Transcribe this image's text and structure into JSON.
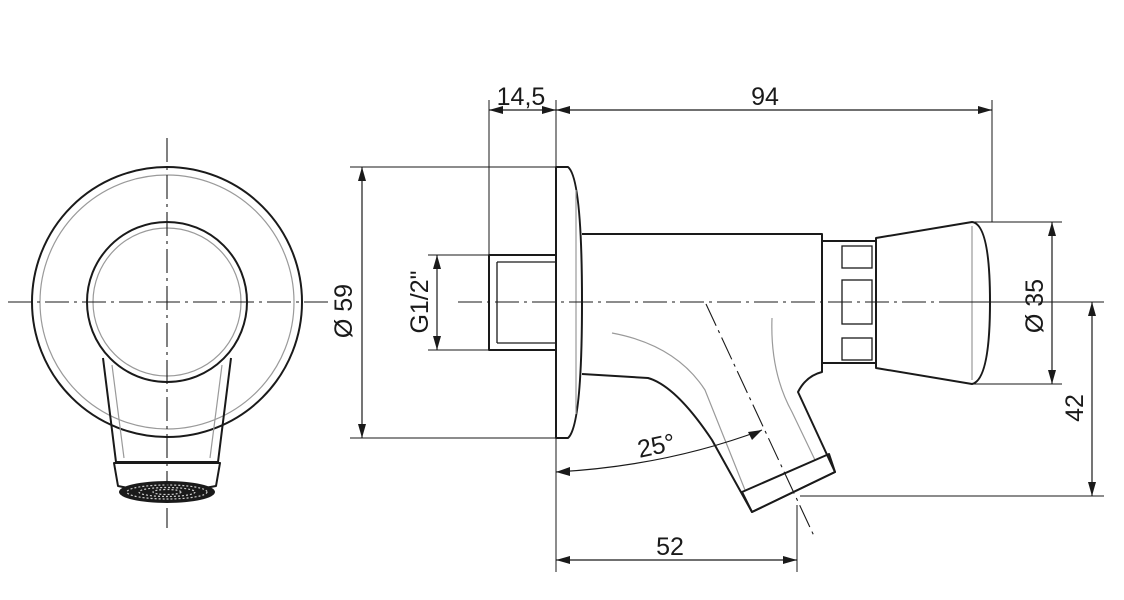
{
  "dimensions": {
    "top_offset": "14,5",
    "overall_length": "94",
    "flange_diameter": "Ø 59",
    "thread": "G1/2\"",
    "button_diameter": "Ø 35",
    "spout_height": "42",
    "spout_angle": "25°",
    "spout_reach": "52"
  }
}
